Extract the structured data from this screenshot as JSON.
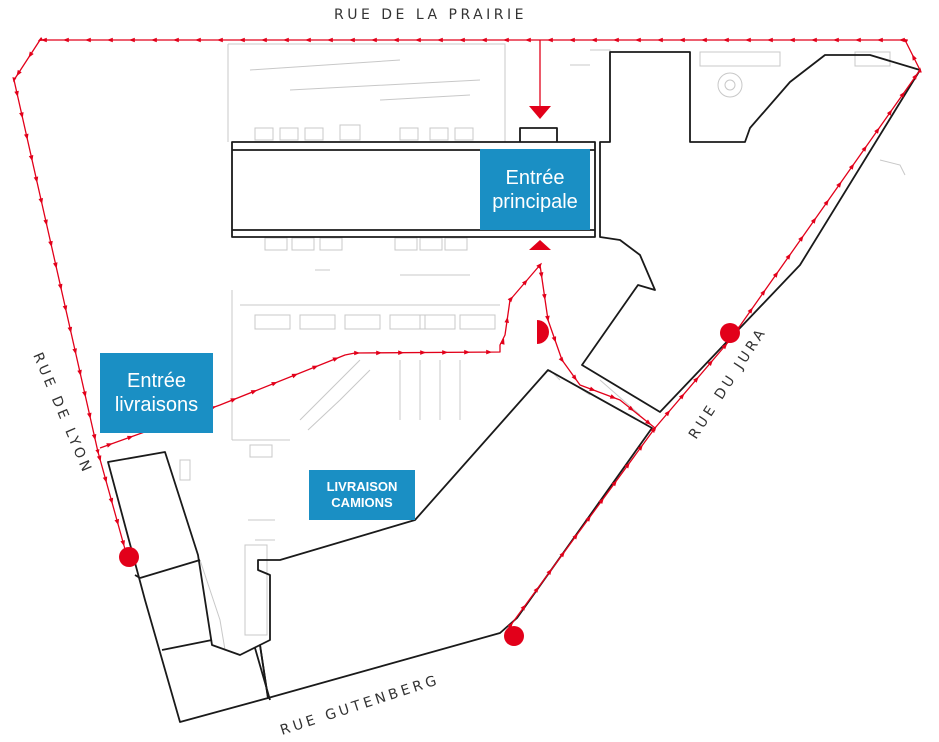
{
  "streets": {
    "north": "RUE DE LA PRAIRIE",
    "west": "RUE DE LYON",
    "east": "RUE DU JURA",
    "south": "RUE GUTENBERG"
  },
  "labels": {
    "entree_principale": [
      "Entrée",
      "principale"
    ],
    "entree_livraisons": [
      "Entrée",
      "livraisons"
    ],
    "livraison_camions": [
      "LIVRAISON",
      "CAMIONS"
    ]
  },
  "colors": {
    "route": "#e2001a",
    "label_bg": "#1a8fc4",
    "building_outline": "#1a1a1a",
    "background_detail": "#c8c8c8"
  },
  "markers": {
    "stop_points": 3,
    "half_stop_points": 1,
    "entrance_arrows": 2
  }
}
